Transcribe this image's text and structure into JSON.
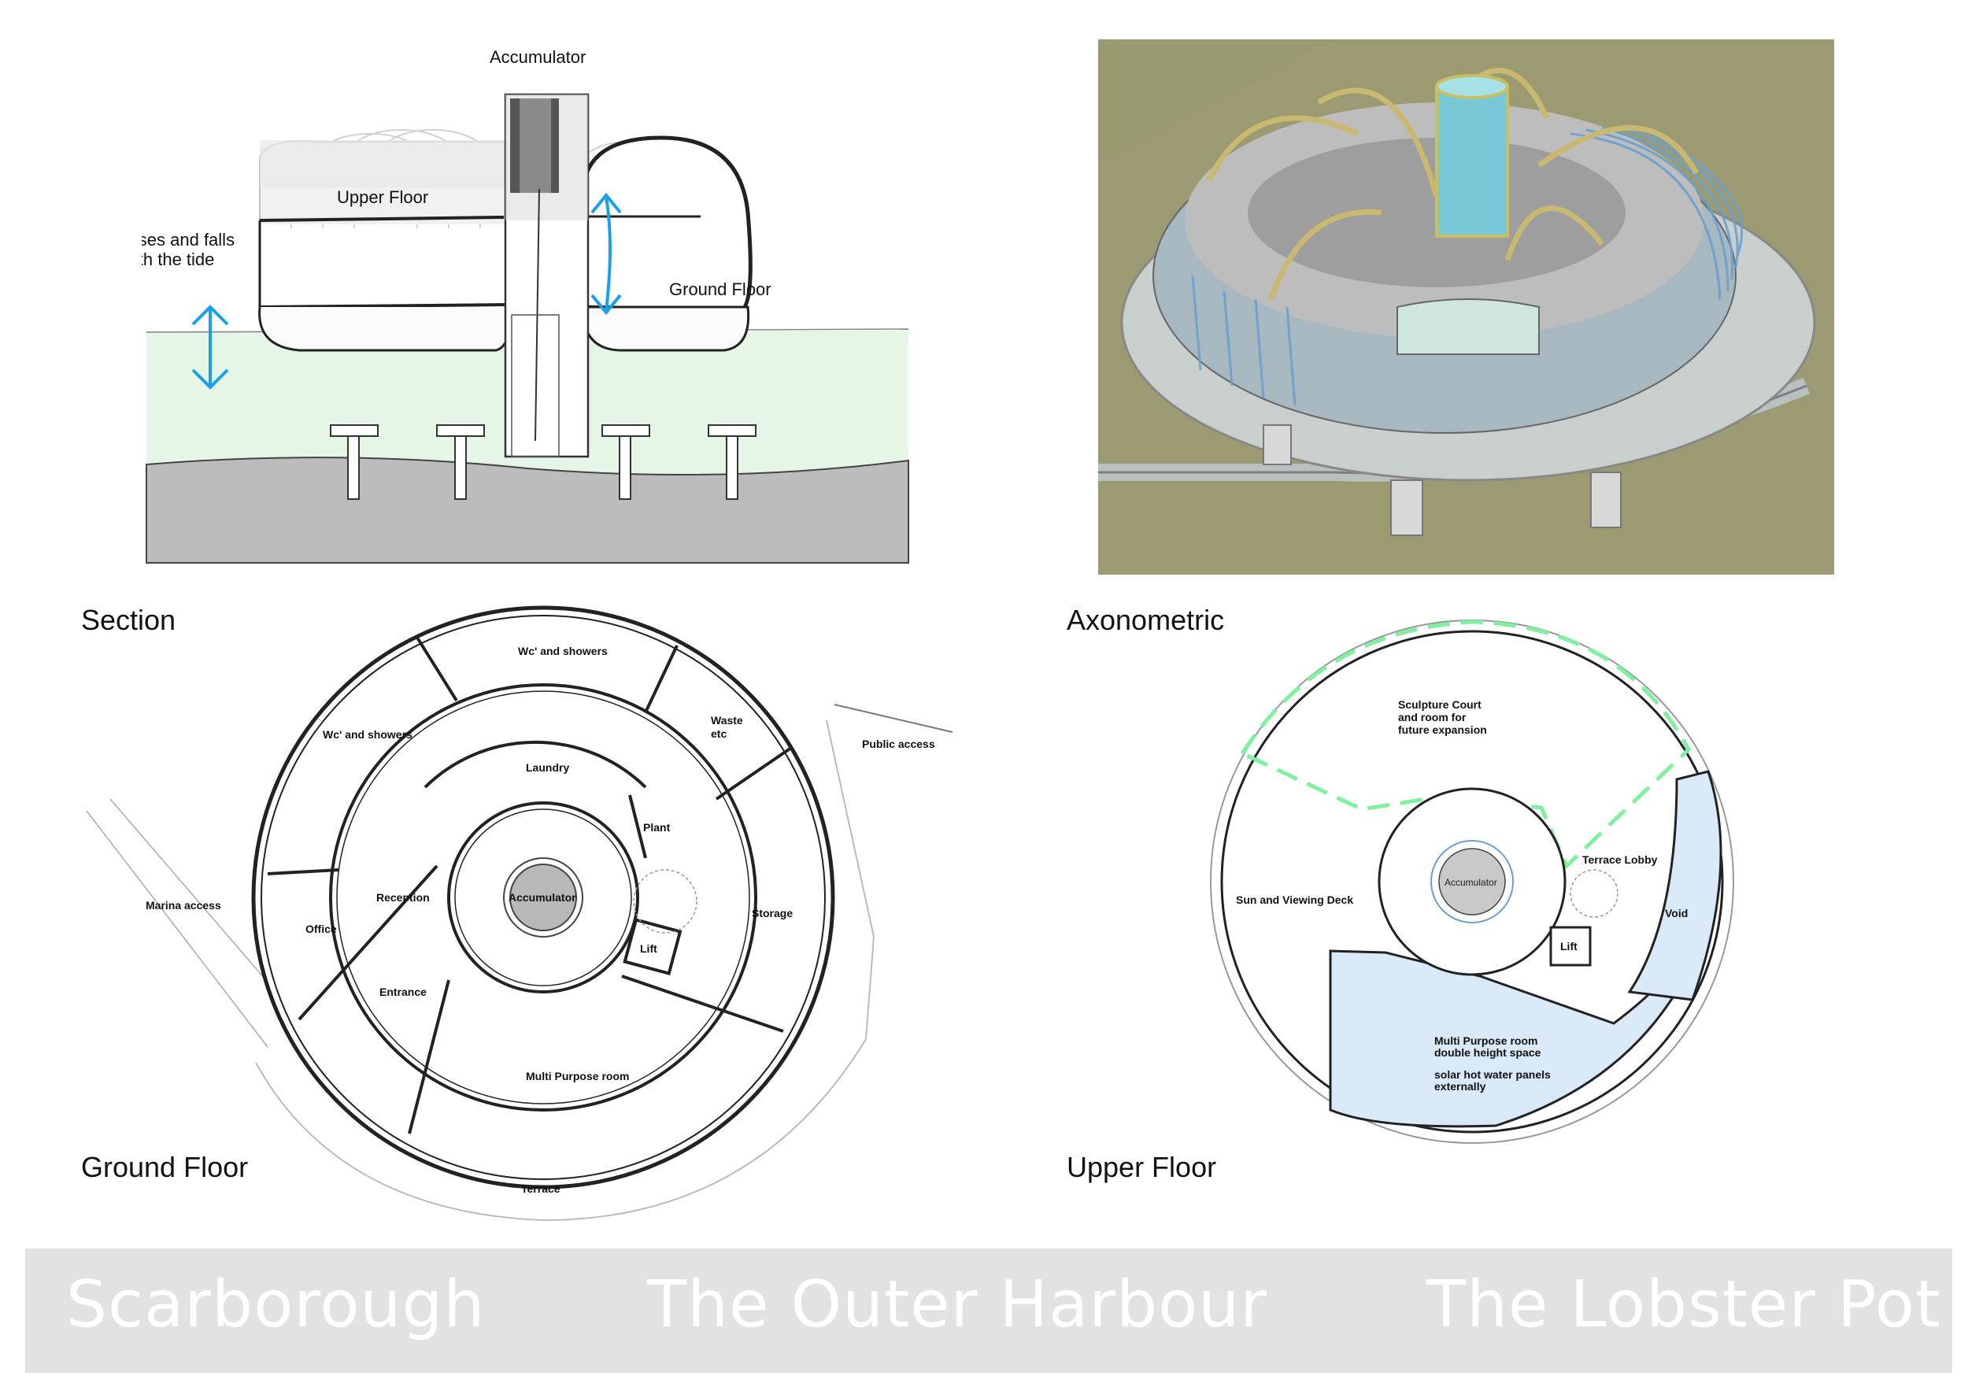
{
  "section": {
    "caption": "Section",
    "accumulator": "Accumulator",
    "upper_floor": "Upper Floor",
    "ground_floor": "Ground Floor",
    "tide_line1": "Rises and falls",
    "tide_line2": "with the tide"
  },
  "axonometric": {
    "caption": "Axonometric"
  },
  "ground_plan": {
    "caption": "Ground Floor",
    "rooms": {
      "wc_top": "Wc' and showers",
      "wc_left": "Wc' and showers",
      "waste1": "Waste",
      "waste2": "etc",
      "public_access": "Public access",
      "laundry": "Laundry",
      "plant": "Plant",
      "marina_access": "Marina access",
      "reception": "Reception",
      "accumulator": "Accumulator",
      "office": "Office",
      "storage": "Storage",
      "lift": "Lift",
      "entrance": "Entrance",
      "multi_purpose": "Multi Purpose room",
      "terrace": "Terrace"
    }
  },
  "upper_plan": {
    "caption": "Upper Floor",
    "rooms": {
      "sculpture1": "Sculpture Court",
      "sculpture2": "and room for",
      "sculpture3": "future expansion",
      "terrace_lobby": "Terrace Lobby",
      "sun_deck": "Sun and Viewing Deck",
      "accumulator": "Accumulator",
      "void": "Void",
      "lift": "Lift",
      "mp1": "Multi Purpose room",
      "mp2": "double height space",
      "mp3": "solar hot water panels",
      "mp4": "externally"
    }
  },
  "banner": {
    "left": "Scarborough",
    "center": "The Outer Harbour",
    "right": "The Lobster Pot"
  },
  "colors": {
    "water": "#e6f6e6",
    "ground": "#bcbcbc",
    "arrow": "#1aa0e8",
    "void_fill": "#d9e9f7",
    "dash_green": "#7ff0a0",
    "axo_bg": "#9a9a70",
    "banner_bg": "#e2e2e2"
  }
}
